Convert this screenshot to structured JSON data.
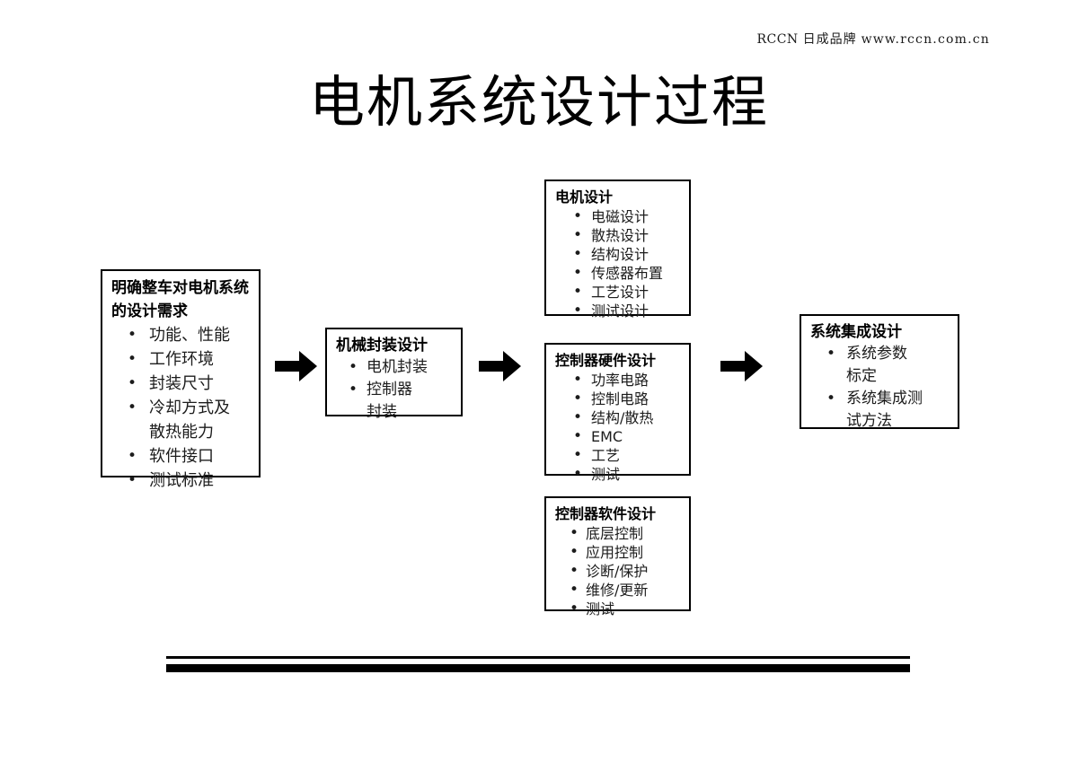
{
  "header": {
    "brand_code": "RCCN",
    "brand_cn": "日成品牌",
    "url": "www.rccn.com.cn"
  },
  "title": "电机系统设计过程",
  "diagram": {
    "type": "flowchart",
    "orientation": "left-to-right",
    "nodes": [
      {
        "id": "requirements",
        "title": "明确整车对电机系统的设计需求",
        "bullets": [
          {
            "text": "功能、性能"
          },
          {
            "text": "工作环境"
          },
          {
            "text": "封装尺寸"
          },
          {
            "text": "冷却方式及",
            "continuation": "散热能力"
          },
          {
            "text": "软件接口"
          },
          {
            "text": "测试标准"
          }
        ]
      },
      {
        "id": "mechanical",
        "title": "机械封装设计",
        "bullets": [
          {
            "text": "电机封装"
          },
          {
            "text": "控制器",
            "continuation": "封装"
          }
        ]
      },
      {
        "id": "motor",
        "title": "电机设计",
        "bullets": [
          {
            "text": "电磁设计"
          },
          {
            "text": "散热设计"
          },
          {
            "text": "结构设计"
          },
          {
            "text": "传感器布置"
          },
          {
            "text": "工艺设计"
          },
          {
            "text": "测试设计"
          }
        ]
      },
      {
        "id": "hardware",
        "title": "控制器硬件设计",
        "bullets": [
          {
            "text": "功率电路"
          },
          {
            "text": "控制电路"
          },
          {
            "text": "结构/散热"
          },
          {
            "text": "EMC"
          },
          {
            "text": "工艺"
          },
          {
            "text": "测试"
          }
        ]
      },
      {
        "id": "software",
        "title": "控制器软件设计",
        "bullets": [
          {
            "text": "底层控制"
          },
          {
            "text": "应用控制"
          },
          {
            "text": "诊断/保护"
          },
          {
            "text": "维修/更新"
          },
          {
            "text": "测试"
          }
        ]
      },
      {
        "id": "integration",
        "title": "系统集成设计",
        "bullets": [
          {
            "text": "系统参数",
            "continuation": "标定"
          },
          {
            "text": "系统集成测",
            "continuation": "试方法"
          }
        ]
      }
    ],
    "bullet_glyph": "•",
    "arrows": [
      {
        "id": "arrow-1",
        "from": "requirements",
        "to": "mechanical"
      },
      {
        "id": "arrow-2",
        "from": "mechanical",
        "to": "hardware"
      },
      {
        "id": "arrow-3",
        "from": "hardware",
        "to": "integration"
      }
    ]
  },
  "colors": {
    "background": "#ffffff",
    "line": "#000000",
    "text": "#000000",
    "body_text": "#1c1c1c"
  }
}
